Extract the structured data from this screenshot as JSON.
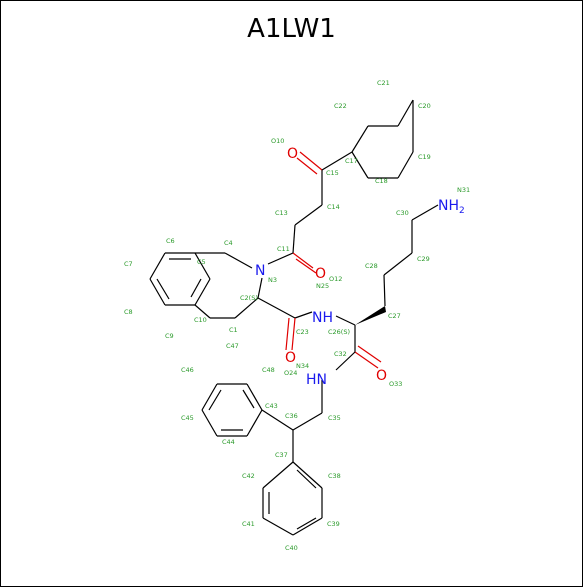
{
  "title": "A1LW1",
  "colors": {
    "bond": "#000000",
    "oxygen": "#e00000",
    "nitrogen": "#0000ee",
    "atom_label": "#2a9a2a"
  },
  "atoms": {
    "n3": "N",
    "n25": "NH",
    "n34": "HN",
    "n31": "NH",
    "n31_sub": "2",
    "o10": "O",
    "o12": "O",
    "o24": "O",
    "o33": "O"
  },
  "labels": {
    "C1": "C1",
    "C2": "C2(S)",
    "C4": "C4",
    "C5": "C5",
    "C6": "C6",
    "C7": "C7",
    "C8": "C8",
    "C9": "C9",
    "C10": "C10",
    "C11": "C11",
    "C13": "C13",
    "C14": "C14",
    "C15": "C15",
    "C17": "C17",
    "C18": "C18",
    "C19": "C19",
    "C20": "C20",
    "C21": "C21",
    "C22": "C22",
    "C23": "C23",
    "C26": "C26(S)",
    "C27": "C27",
    "C28": "C28",
    "C29": "C29",
    "C30": "C30",
    "C32": "C32",
    "C35": "C35",
    "C36": "C36",
    "C37": "C37",
    "C38": "C38",
    "C39": "C39",
    "C40": "C40",
    "C41": "C41",
    "C42": "C42",
    "C43": "C43",
    "C44": "C44",
    "C45": "C45",
    "C46": "C46",
    "C47": "C47",
    "C48": "C48",
    "N3": "N3",
    "N25": "N25",
    "N31": "N31",
    "N34": "N34",
    "O10": "O10",
    "O12": "O12",
    "O24": "O24",
    "O33": "O33"
  }
}
